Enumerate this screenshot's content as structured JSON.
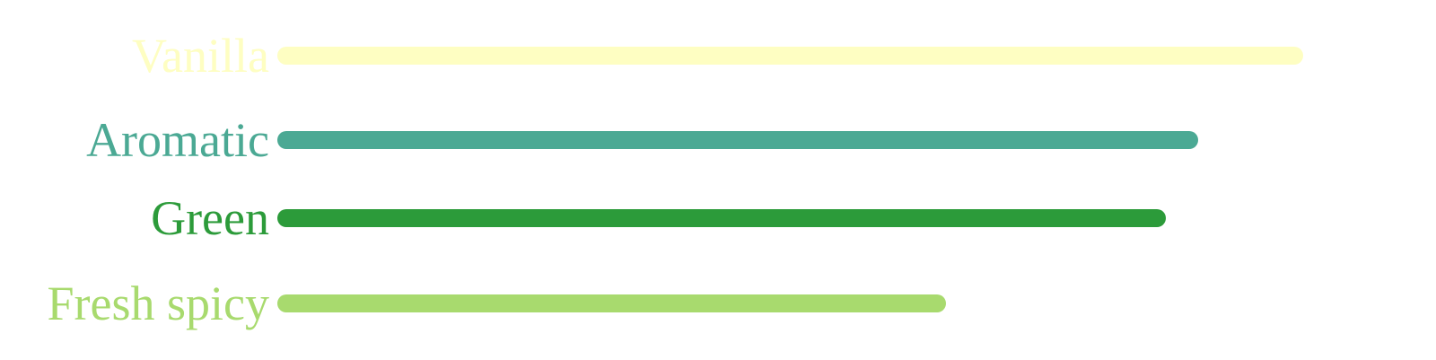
{
  "chart_data": {
    "type": "bar",
    "orientation": "horizontal",
    "title": "",
    "xlabel": "",
    "ylabel": "",
    "xlim": [
      0,
      100
    ],
    "grid": false,
    "categories": [
      "Vanilla",
      "Aromatic",
      "Green",
      "Fresh spicy"
    ],
    "values": [
      100,
      89.8,
      86.6,
      65.2
    ],
    "colors": [
      "#FEFEC2",
      "#4BA994",
      "#2C9B3A",
      "#A8DA6E"
    ]
  }
}
